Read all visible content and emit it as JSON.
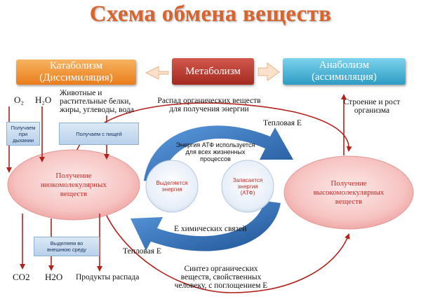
{
  "title": "Схема обмена веществ",
  "boxes": {
    "catabolism_line1": "Катаболизм",
    "catabolism_line2": "(Диссимиляция)",
    "metabolism": "Метаболизм",
    "anabolism_line1": "Анаболизм",
    "anabolism_line2": "(ассимиляция)"
  },
  "inputs": {
    "o2": "O₂",
    "h2o": "H₂O",
    "food_line1": "Животные и",
    "food_line2": "растительные белки,",
    "food_line3": "жиры, углеводы, вода"
  },
  "small_boxes": {
    "breathing_line1": "Получаем",
    "breathing_line2": "при",
    "breathing_line3": "дыхании",
    "food": "Получаем с пищей",
    "excrete_line1": "Выделяем во",
    "excrete_line2": "внешнюю среду"
  },
  "ellipses": {
    "left_line1": "Получение",
    "left_line2": "низкомолекулярных",
    "left_line3": "веществ",
    "right_line1": "Получение",
    "right_line2": "высокомолекулярных",
    "right_line3": "веществ",
    "inner_left_line1": "Выделяется",
    "inner_left_line2": "энергия",
    "inner_right_line1": "Запасается",
    "inner_right_line2": "энергия",
    "inner_right_line3": "(АТФ)"
  },
  "labels": {
    "decay_line1": "Распад органических веществ",
    "decay_line2": "для получения энергии",
    "atp_line1": "Энергия АТФ используется",
    "atp_line2": "для всех жизненных",
    "atp_line3": "процессов",
    "heat_top": "Тепловая Е",
    "heat_bottom": "Тепловая Е",
    "chem_bonds": "Е химических связей",
    "growth_line1": "Строение и рост",
    "growth_line2": "организма",
    "co2": "CO2",
    "h2o_out": "H2O",
    "decay_products": "Продукты распада",
    "synth_line1": "Синтез органических",
    "synth_line2": "веществ, свойственных",
    "synth_line3": "человеку, с поглощением Е"
  },
  "colors": {
    "title": "#d8642e",
    "catabolism": "#ea7d1c",
    "metabolism": "#a42a20",
    "anabolism": "#2e9cc3",
    "arrow_red": "#b3211b",
    "cycle_blue": "#2f6fb3",
    "ellipse_pink": "#f4b7b5"
  }
}
